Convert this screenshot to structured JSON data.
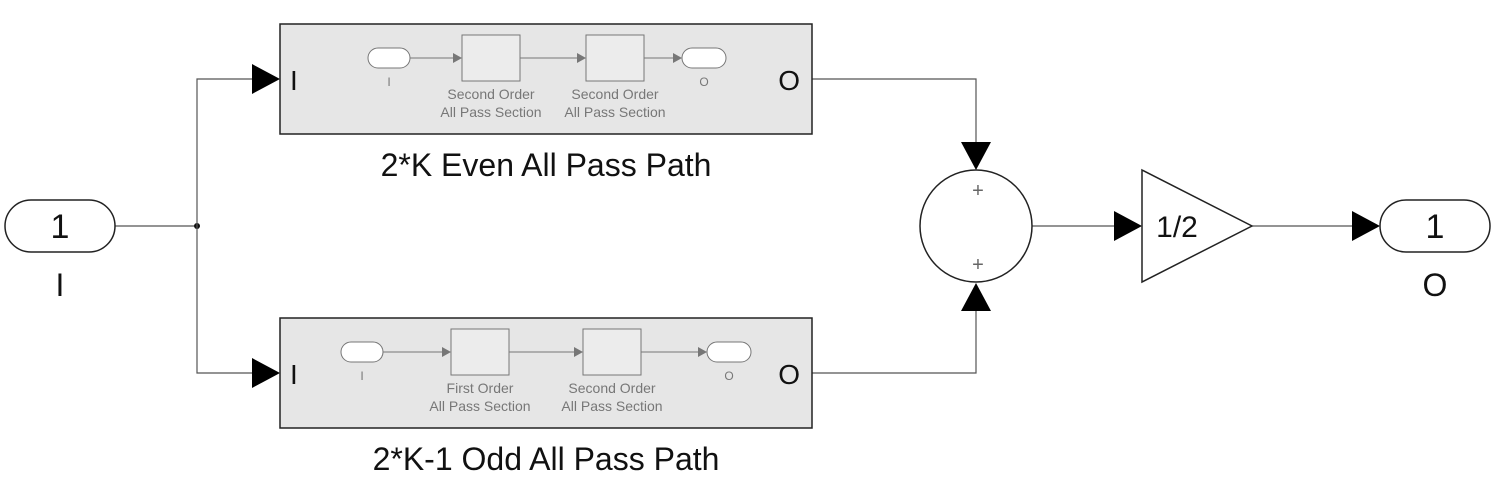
{
  "inport": {
    "number": "1",
    "name": "I"
  },
  "outport": {
    "number": "1",
    "name": "O"
  },
  "even_path": {
    "title": "2*K Even All Pass Path",
    "in_label": "I",
    "out_label": "O",
    "inner_in_label": "I",
    "inner_out_label": "O",
    "block1": [
      "Second Order",
      "All Pass Section"
    ],
    "block2": [
      "Second Order",
      "All Pass Section"
    ]
  },
  "odd_path": {
    "title": "2*K-1 Odd All Pass Path",
    "in_label": "I",
    "out_label": "O",
    "inner_in_label": "I",
    "inner_out_label": "O",
    "block1": [
      "First Order",
      "All Pass Section"
    ],
    "block2": [
      "Second Order",
      "All Pass Section"
    ]
  },
  "sum": {
    "top_sign": "+",
    "bottom_sign": "+"
  },
  "gain": {
    "value": "1/2"
  }
}
